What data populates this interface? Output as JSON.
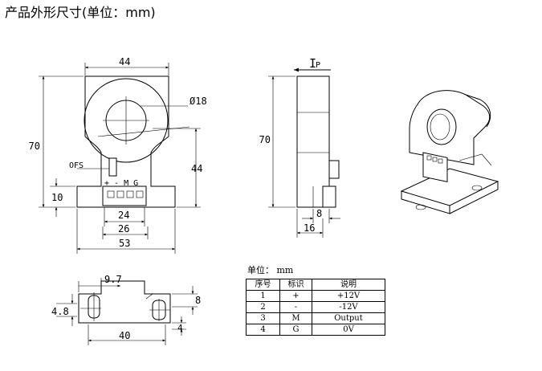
{
  "title": "产品外形尺寸(单位：mm)",
  "front_view": {
    "dim_width": "44",
    "dim_diameter": "Ø18",
    "dim_height": "70",
    "dim_lower": "44",
    "dim_base": "10",
    "dim_connector": "24",
    "dim_pins": "26",
    "dim_total": "53",
    "ofs_label": "OFS",
    "pin_labels": "+ - M G"
  },
  "side_view": {
    "current_label": "I",
    "current_sub": "P",
    "dim_height": "70",
    "dim_8": "8",
    "dim_16": "16"
  },
  "bottom_view": {
    "dim_97": "9.7",
    "dim_48": "4.8",
    "dim_8": "8",
    "dim_4": "4",
    "dim_40": "40"
  },
  "unit_label": "单位： mm",
  "pin_table": {
    "headers": [
      "序号",
      "标识",
      "说明"
    ],
    "rows": [
      [
        "1",
        "+",
        "+12V"
      ],
      [
        "2",
        "-",
        "-12V"
      ],
      [
        "3",
        "M",
        "Output"
      ],
      [
        "4",
        "G",
        "0V"
      ]
    ]
  }
}
